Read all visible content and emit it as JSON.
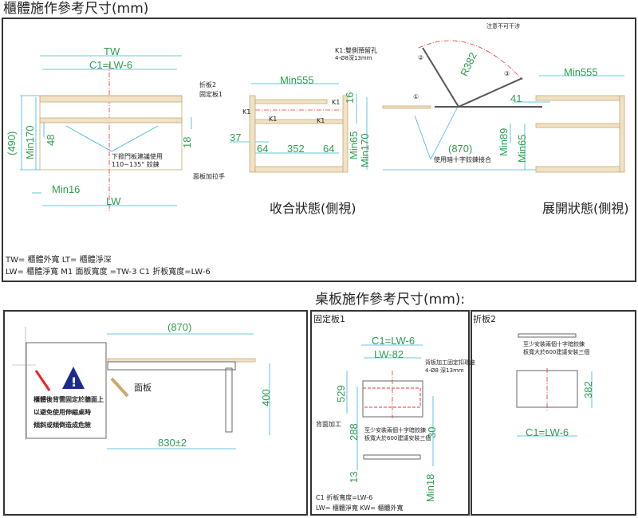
{
  "colors": {
    "dimension": "#2e9e4f",
    "dim_line": "#3ab7d6",
    "wood": "#c9a96e",
    "center_line": "#e33",
    "warning": "#1e2a8c"
  },
  "cabinet": {
    "title": "櫃體施作參考尺寸(mm)",
    "front": {
      "tw": "TW",
      "c1": "C1=LW-6",
      "fold2": "折板2",
      "fixed1": "固定板1",
      "h490": "(490)",
      "min170": "Min170",
      "d48": "48",
      "d18": "18",
      "hinge1": "下掀門板建議使用",
      "hinge2": "110~135° 鉸鍊",
      "min16": "Min16",
      "lw": "LW",
      "handle": "面板加拉手",
      "d37": "37"
    },
    "closed": {
      "k1_note1": "K1:雙側預留孔",
      "k1_note2": "4-Ø8深13mm",
      "min555": "Min555",
      "d16": "16",
      "k1": "K1",
      "d64a": "64",
      "d352": "352",
      "d64b": "64",
      "min65": "Min65",
      "min170": "Min170",
      "caption": "收合狀態(側視)"
    },
    "open": {
      "warn": "注意不可干涉",
      "step1": "①",
      "step2": "②",
      "step3": "③",
      "r382": "R382",
      "min555": "Min555",
      "d41": "41",
      "d870": "(870)",
      "min89": "Min89",
      "min65": "Min65",
      "hinge": "使用暗十字鉸鍊接合",
      "caption": "展開狀態(側視)"
    },
    "legend": [
      "TW= 櫃體外寬  LT= 櫃體淨深",
      "LW= 櫃體淨寬  M1 面板寬度 =TW-3 C1  折板寬度=LW-6"
    ]
  },
  "desk": {
    "title": "桌板施作參考尺寸(mm):",
    "side": {
      "d870": "(870)",
      "panel": "面板",
      "d400": "400",
      "d830": "830±2",
      "warning": [
        "櫃體後背需固定於牆面上",
        "以避免使用伸縮桌時",
        "傾斜或傾倒造成危險"
      ]
    },
    "fixed": {
      "title": "固定板1",
      "c1": "C1=LW-6",
      "lw82": "LW-82",
      "note1": "背板加工固定扣環座",
      "note2": "4-Ø8 深13mm",
      "d529": "529",
      "back": "背面加工",
      "d288": "288",
      "d30": "30",
      "hinge1": "至少安裝兩個十字暗鉸鍊",
      "hinge2": "板寬大於600建議安裝三個",
      "d13": "13",
      "min18": "Min18",
      "leg1": "C1 折板寬度=LW-6",
      "leg2": "LW= 櫃體淨寬 KW= 櫃體外寬"
    },
    "fold": {
      "title": "折板2",
      "hinge1": "至少安裝兩個十字暗鉸鍊",
      "hinge2": "板寬大於600建議安裝三個",
      "d382": "382",
      "c1": "C1=LW-6"
    }
  }
}
